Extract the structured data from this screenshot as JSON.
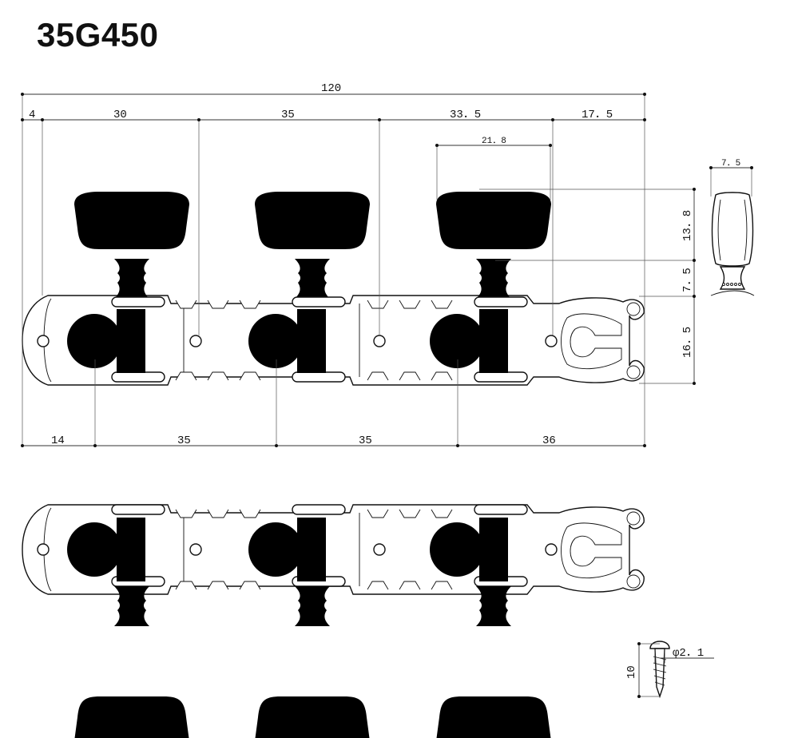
{
  "title": "35G450",
  "dimensions": {
    "overall": "120",
    "top_4": "4",
    "top_30": "30",
    "top_35": "35",
    "top_33_5": "33．5",
    "top_17_5": "17．5",
    "button_width": "21．8",
    "side_width": "7．5",
    "vert_13_8": "13．8",
    "vert_7_5": "7．5",
    "vert_16_5": "16．5",
    "bottom_14": "14",
    "bottom_35a": "35",
    "bottom_35b": "35",
    "bottom_36": "36",
    "screw_dia": "φ2．1",
    "screw_len": "10"
  }
}
